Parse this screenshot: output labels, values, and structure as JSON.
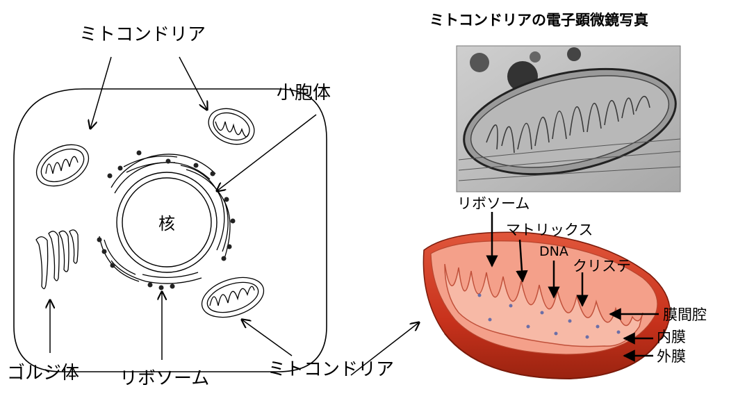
{
  "cell_diagram": {
    "nucleus_label": "核",
    "mitochondria_label_top": "ミトコンドリア",
    "mitochondria_label_bottom": "ミトコンドリア",
    "vesicle_label": "小胞体",
    "golgi_label": "ゴルジ体",
    "ribosome_label": "リボソーム"
  },
  "micrograph": {
    "title": "ミトコンドリアの電子顕微鏡写真"
  },
  "mitochondrion_3d": {
    "labels": {
      "ribosome": "リボソーム",
      "matrix": "マトリックス",
      "dna": "DNA",
      "cristae": "クリステ",
      "intermembrane_space": "膜間腔",
      "inner_membrane": "内膜",
      "outer_membrane": "外膜"
    }
  },
  "colors": {
    "outer_membrane": "#c8321c",
    "inner_surface": "#f4a08a",
    "cristae": "#f7b9a6",
    "micrograph_bg": "#bdbdbd",
    "ink": "#000000"
  }
}
